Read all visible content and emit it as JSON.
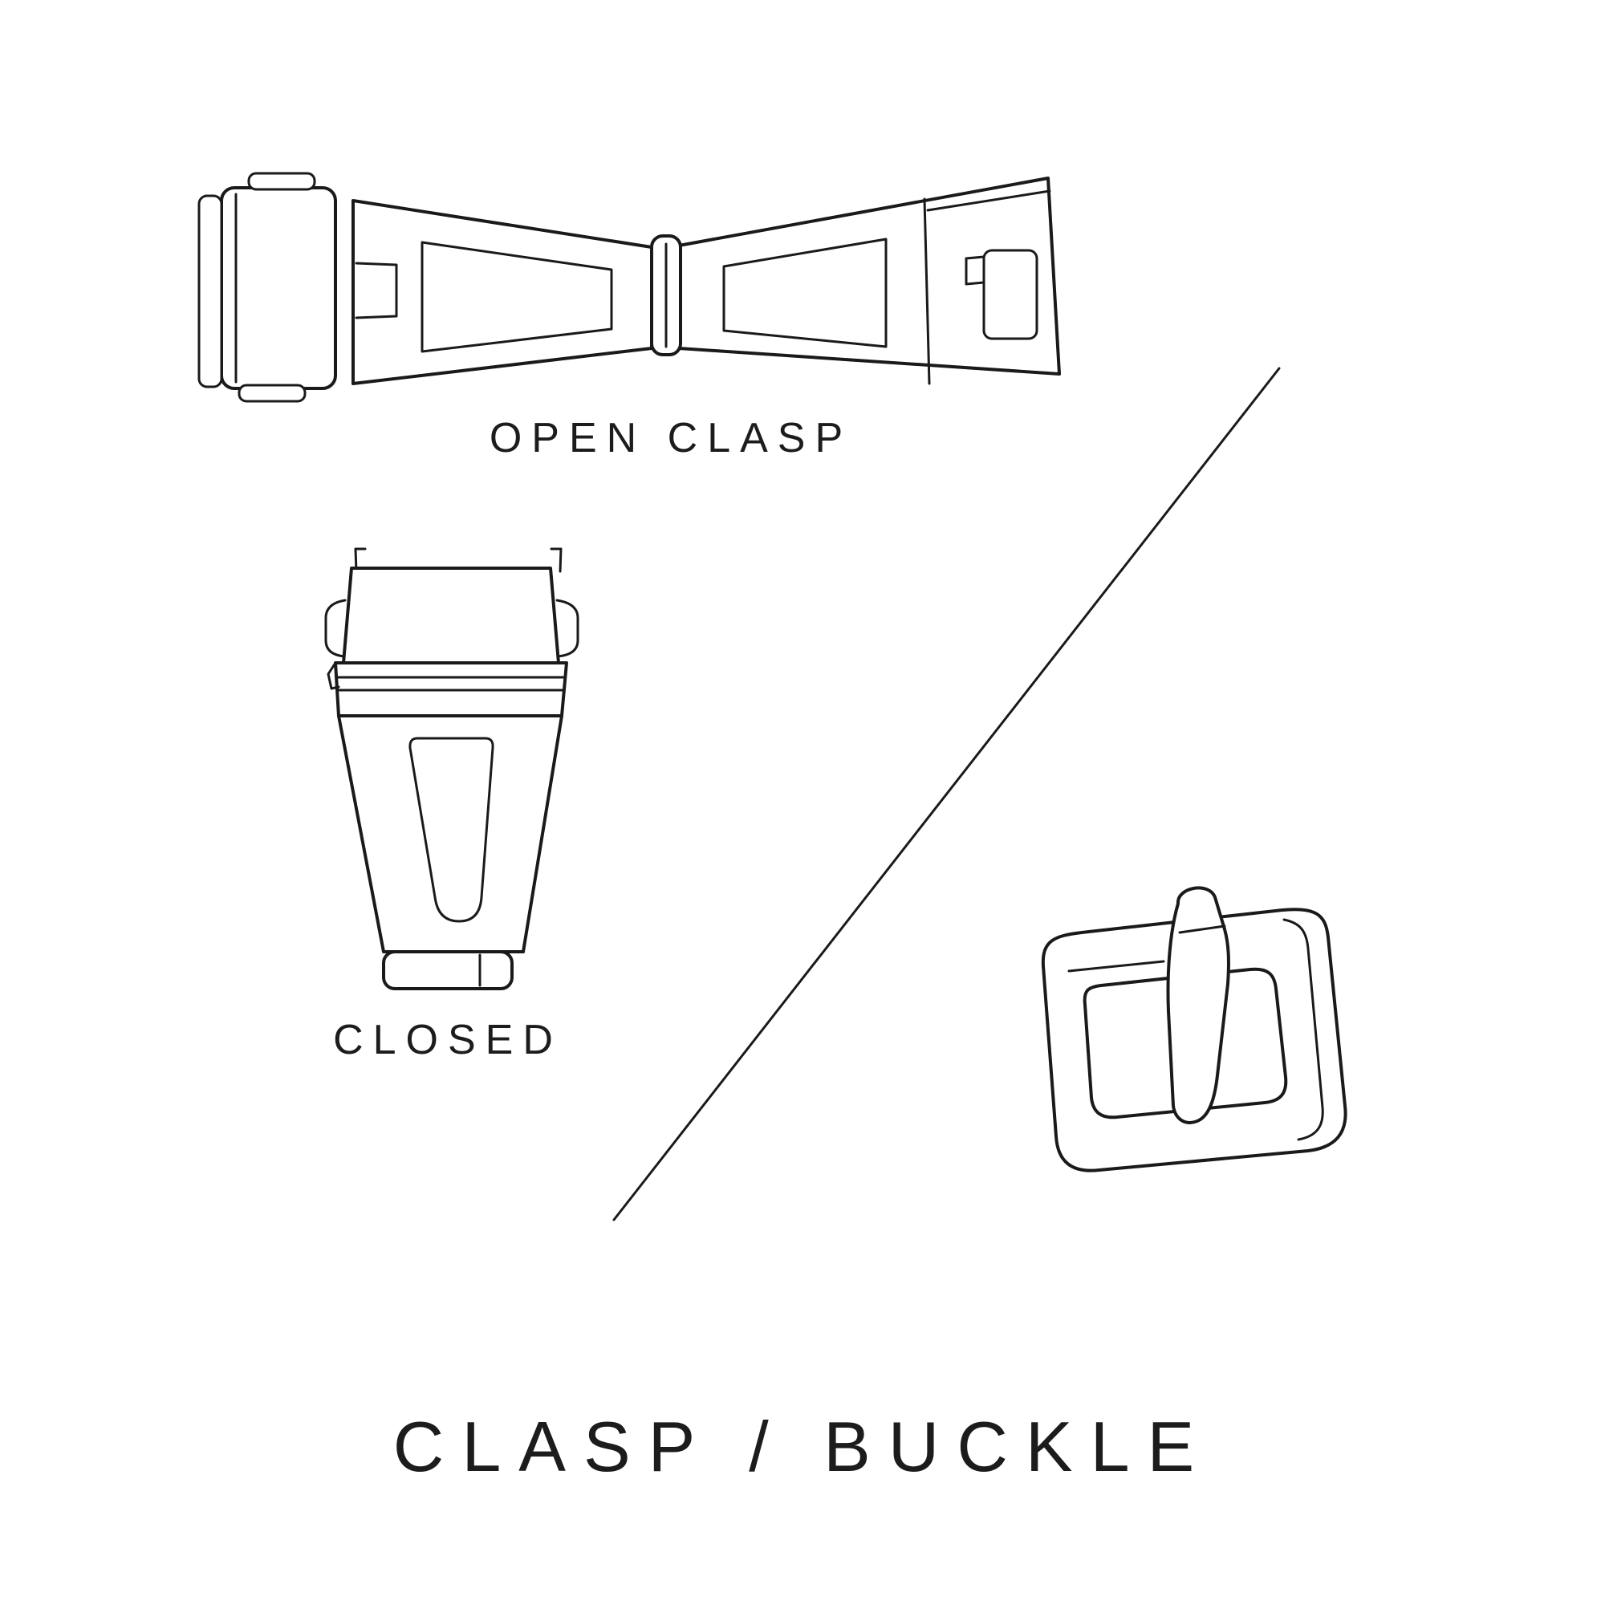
{
  "colors": {
    "background": "#ffffff",
    "line": "#1a1a1a",
    "text": "#1c1c1c"
  },
  "labels": {
    "open_clasp": "OPEN CLASP",
    "closed": "CLOSED",
    "title": "CLASP / BUCKLE"
  }
}
